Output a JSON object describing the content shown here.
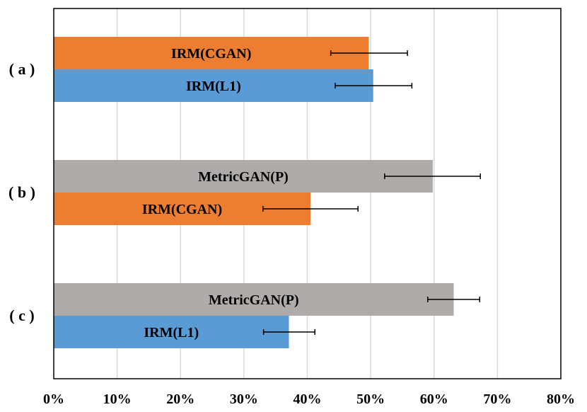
{
  "chart_data": {
    "type": "bar",
    "orientation": "horizontal",
    "title": "",
    "xlabel": "",
    "ylabel": "",
    "xlim": [
      0,
      80
    ],
    "x_tick_labels": [
      "0%",
      "10%",
      "20%",
      "30%",
      "40%",
      "50%",
      "60%",
      "70%",
      "80%"
    ],
    "grid": true,
    "legend": "none",
    "groups": [
      {
        "label": "( a )",
        "bars": [
          {
            "name": "IRM(CGAN)",
            "value": 49.7,
            "error_low": 43.7,
            "error_high": 55.8,
            "color": "#ED7D31"
          },
          {
            "name": "IRM(L1)",
            "value": 50.4,
            "error_low": 44.4,
            "error_high": 56.5,
            "color": "#5B9BD5"
          }
        ]
      },
      {
        "label": "( b )",
        "bars": [
          {
            "name": "MetricGAN(P)",
            "value": 59.8,
            "error_low": 52.2,
            "error_high": 67.3,
            "color": "#AFABAB"
          },
          {
            "name": "IRM(CGAN)",
            "value": 40.5,
            "error_low": 33.0,
            "error_high": 48.0,
            "color": "#ED7D31"
          }
        ]
      },
      {
        "label": "( c )",
        "bars": [
          {
            "name": "MetricGAN(P)",
            "value": 63.1,
            "error_low": 59.0,
            "error_high": 67.2,
            "color": "#AFABAB"
          },
          {
            "name": "IRM(L1)",
            "value": 37.1,
            "error_low": 33.1,
            "error_high": 41.2,
            "color": "#5B9BD5"
          }
        ]
      }
    ]
  }
}
